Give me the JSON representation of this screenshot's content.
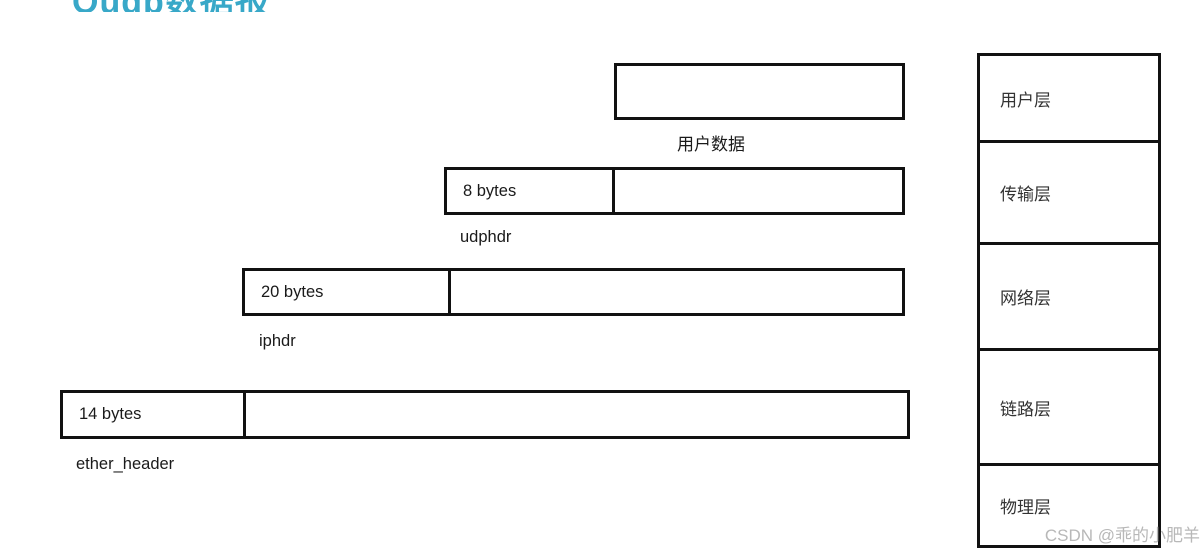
{
  "slide": {
    "title": "Oudp数据报"
  },
  "encapsulation": {
    "rows": [
      {
        "name": "user-data",
        "header_label": "",
        "caption": "用户数据",
        "has_header_cell": false
      },
      {
        "name": "udp",
        "header_label": "8 bytes",
        "caption": "udphdr",
        "has_header_cell": true
      },
      {
        "name": "ip",
        "header_label": "20 bytes",
        "caption": "iphdr",
        "has_header_cell": true
      },
      {
        "name": "ethernet",
        "header_label": "14 bytes",
        "caption": "ether_header",
        "has_header_cell": true
      }
    ]
  },
  "layer_stack": {
    "layers": [
      {
        "label": "用户层"
      },
      {
        "label": "传输层"
      },
      {
        "label": "网络层"
      },
      {
        "label": "链路层"
      },
      {
        "label": "物理层"
      }
    ]
  },
  "watermark": {
    "text": "CSDN @乖的小肥羊"
  },
  "colors": {
    "title": "#38a8c8",
    "border": "#111111",
    "text": "#1a1a1a",
    "layer_text": "#333333",
    "watermark": "#b8b8b8",
    "background": "#ffffff"
  }
}
